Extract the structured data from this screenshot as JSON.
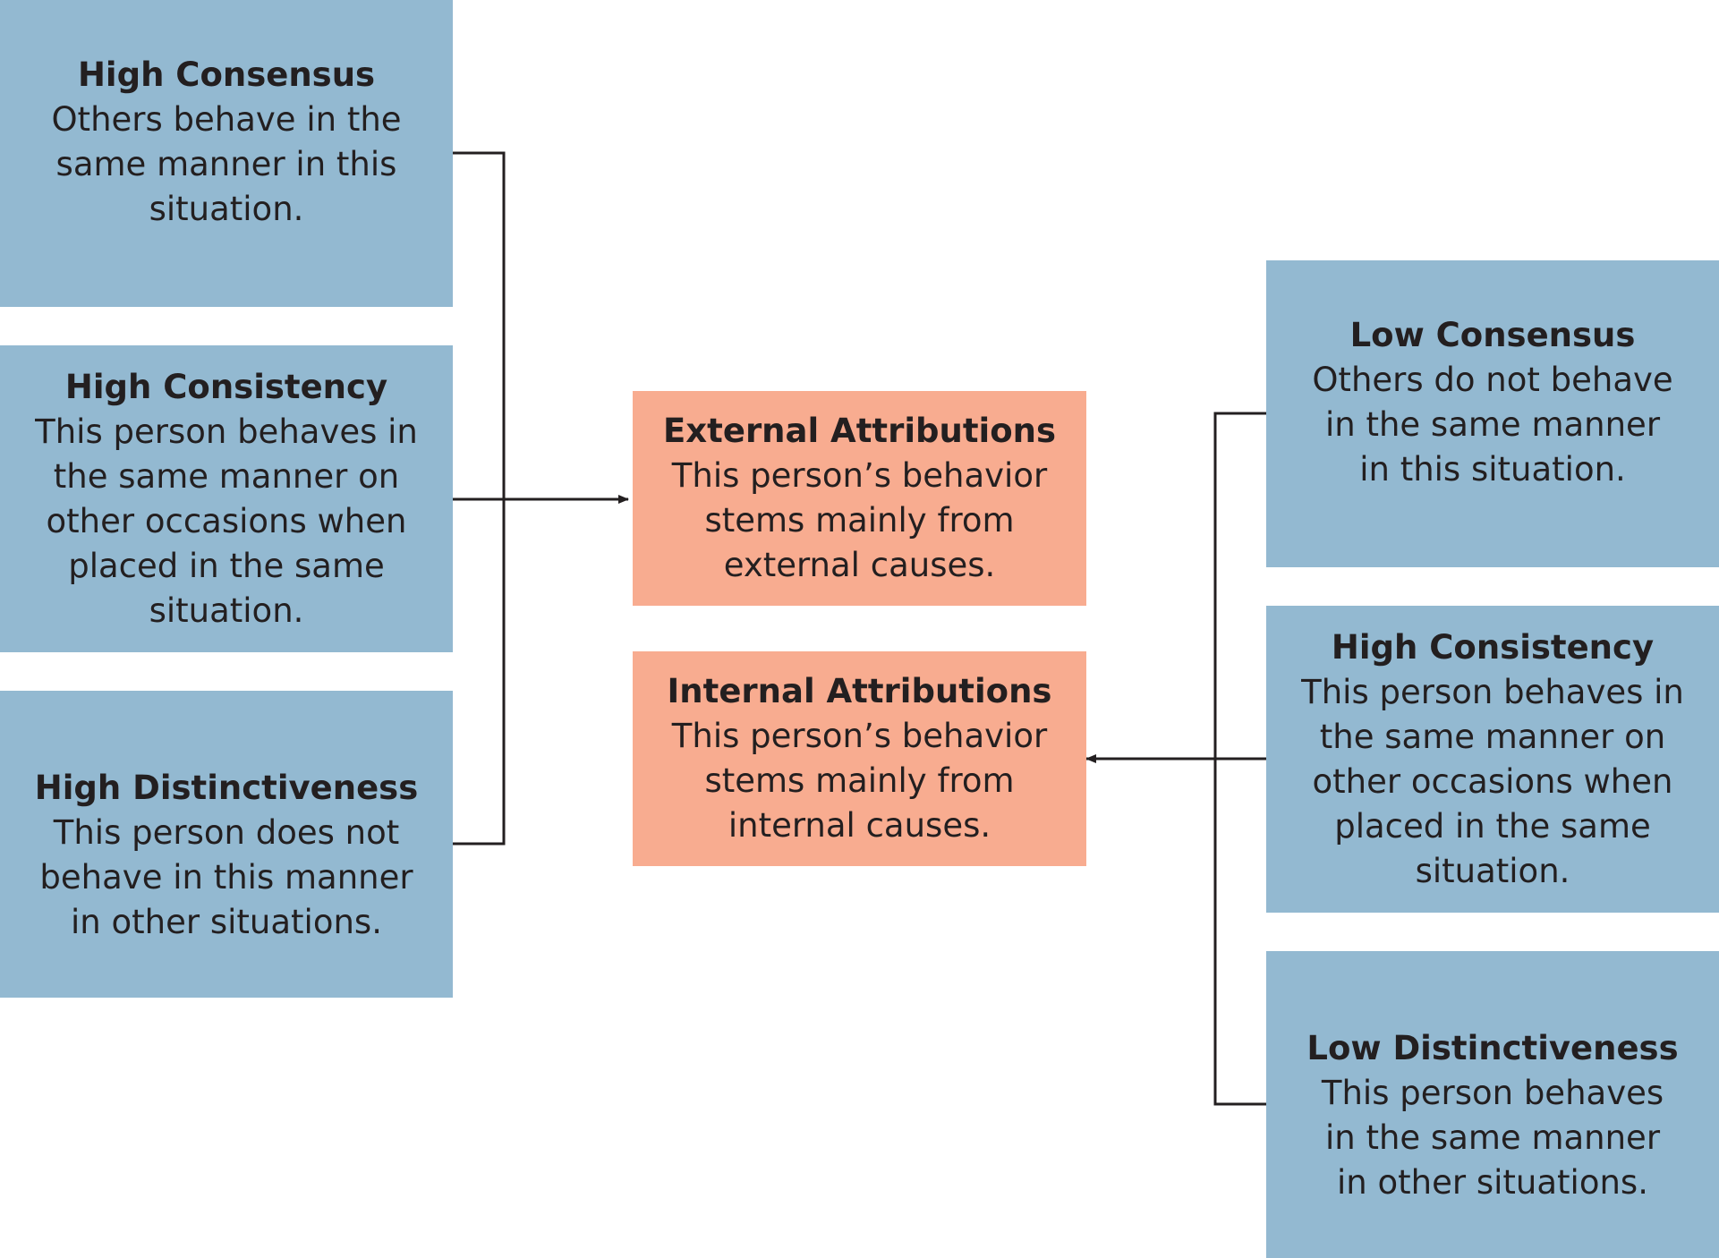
{
  "colors": {
    "factor_box": "#93b9d1",
    "attribution_box": "#f8ac90",
    "connector": "#231f20"
  },
  "left_factors": [
    {
      "title": "High Consensus",
      "lines": [
        "Others behave in the",
        "same manner in this",
        "situation."
      ]
    },
    {
      "title": "High Consistency",
      "lines": [
        "This person behaves in",
        "the same manner on",
        "other occasions when",
        "placed in the same",
        "situation."
      ]
    },
    {
      "title": "High Distinctiveness",
      "lines": [
        "This person does not",
        "behave in this manner",
        "in other situations."
      ]
    }
  ],
  "attributions": [
    {
      "title": "External Attributions",
      "lines": [
        "This person’s behavior",
        "stems mainly from",
        "external causes."
      ]
    },
    {
      "title": "Internal Attributions",
      "lines": [
        "This person’s behavior",
        "stems mainly from",
        "internal causes."
      ]
    }
  ],
  "right_factors": [
    {
      "title": "Low Consensus",
      "lines": [
        "Others do not behave",
        "in the same manner",
        "in this situation."
      ]
    },
    {
      "title": "High Consistency",
      "lines": [
        "This person behaves in",
        "the same manner on",
        "other occasions when",
        "placed in the same",
        "situation."
      ]
    },
    {
      "title": "Low Distinctiveness",
      "lines": [
        "This person behaves",
        "in the same manner",
        "in other situations."
      ]
    }
  ]
}
